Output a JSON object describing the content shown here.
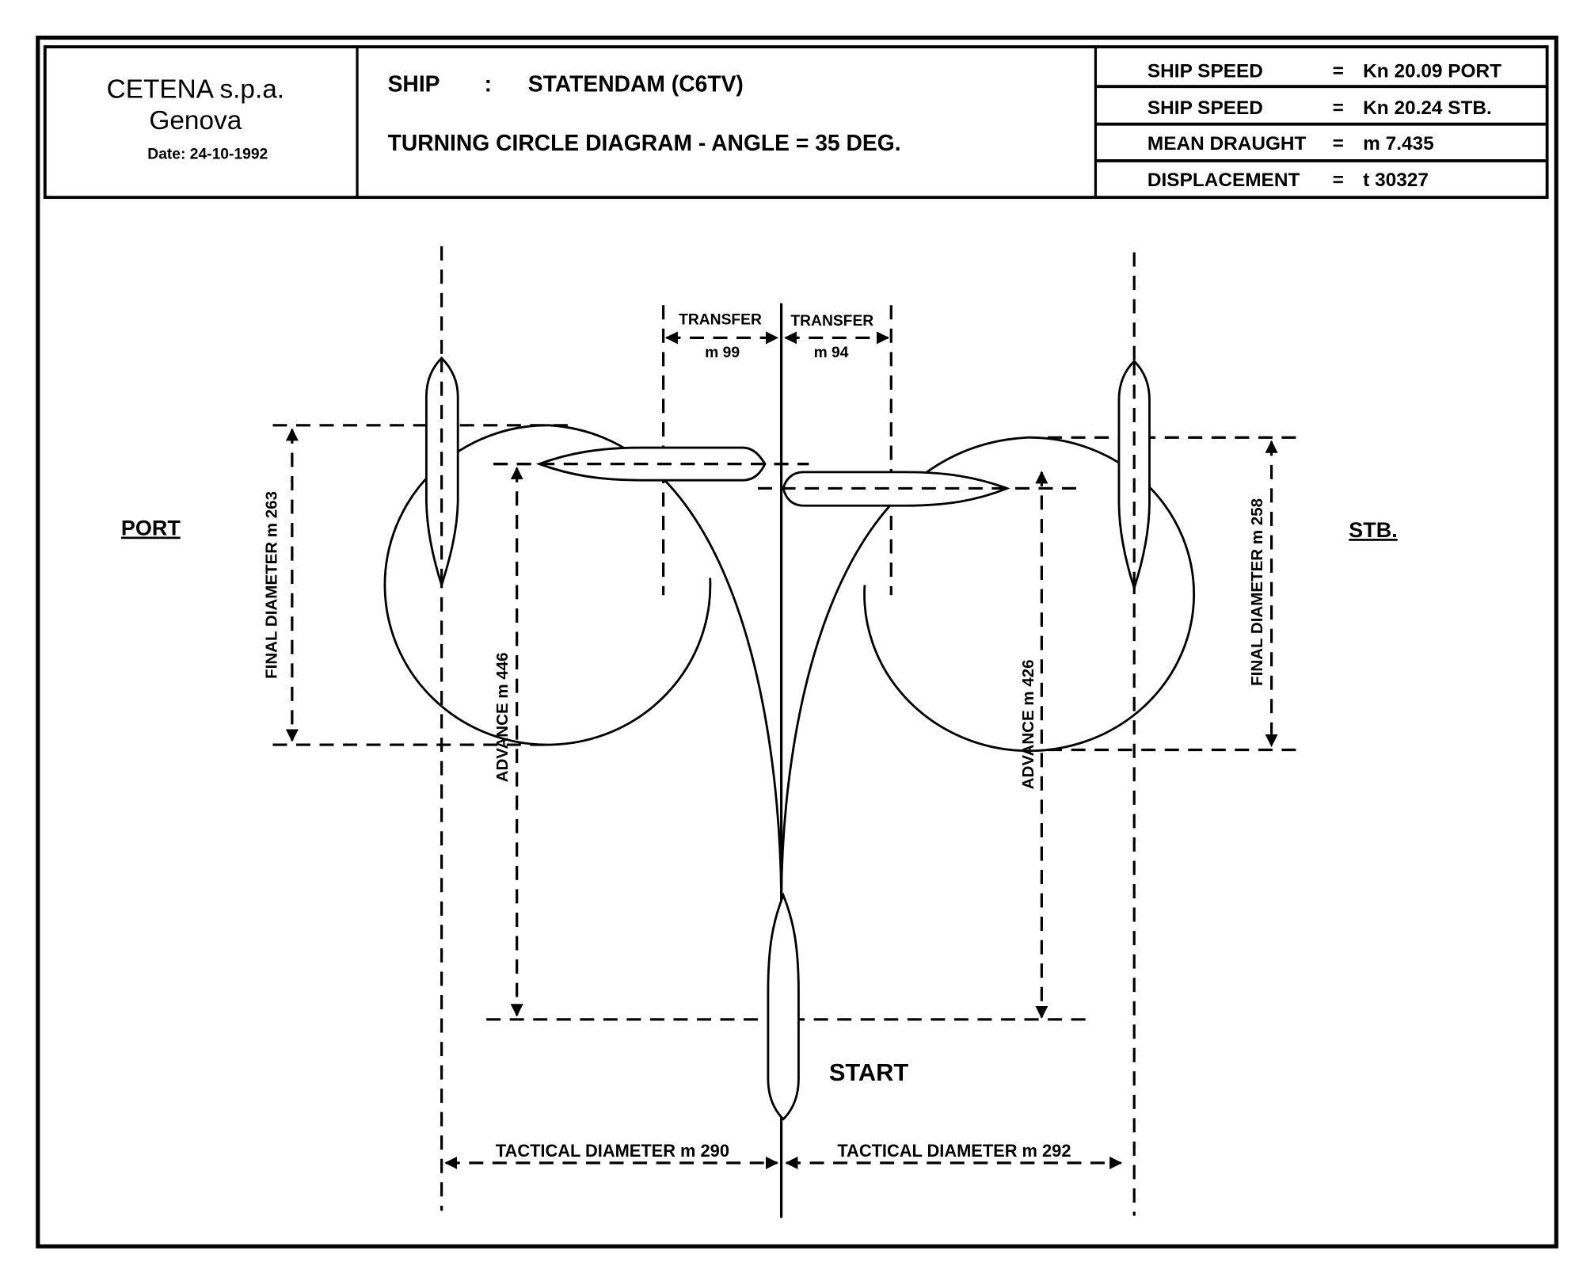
{
  "header": {
    "company": "CETENA s.p.a.",
    "city": "Genova",
    "date": "Date:  24-10-1992",
    "ship_label": "SHIP",
    "ship_sep": ":",
    "ship_name": "STATENDAM (C6TV)",
    "diagram_title": "TURNING CIRCLE DIAGRAM  -  ANGLE  =  35  DEG.",
    "specs": [
      {
        "label": "SHIP  SPEED",
        "eq": "=",
        "value": "Kn 20.09  PORT"
      },
      {
        "label": "SHIP  SPEED",
        "eq": "=",
        "value": "Kn 20.24  STB."
      },
      {
        "label": "MEAN DRAUGHT",
        "eq": "=",
        "value": "m  7.435"
      },
      {
        "label": "DISPLACEMENT",
        "eq": "=",
        "value": "t 30327"
      }
    ]
  },
  "diagram": {
    "port_label": "PORT",
    "stb_label": "STB.",
    "start_label": "START",
    "transfer_port": {
      "label": "TRANSFER",
      "value": "m 99"
    },
    "transfer_stb": {
      "label": "TRANSFER",
      "value": "m 94"
    },
    "final_diameter_port": "FINAL DIAMETER m 263",
    "final_diameter_stb": "FINAL DIAMETER m 258",
    "advance_port": "ADVANCE m 446",
    "advance_stb": "ADVANCE m 426",
    "tactical_port": "TACTICAL DIAMETER m 290",
    "tactical_stb": "TACTICAL DIAMETER m 292"
  }
}
